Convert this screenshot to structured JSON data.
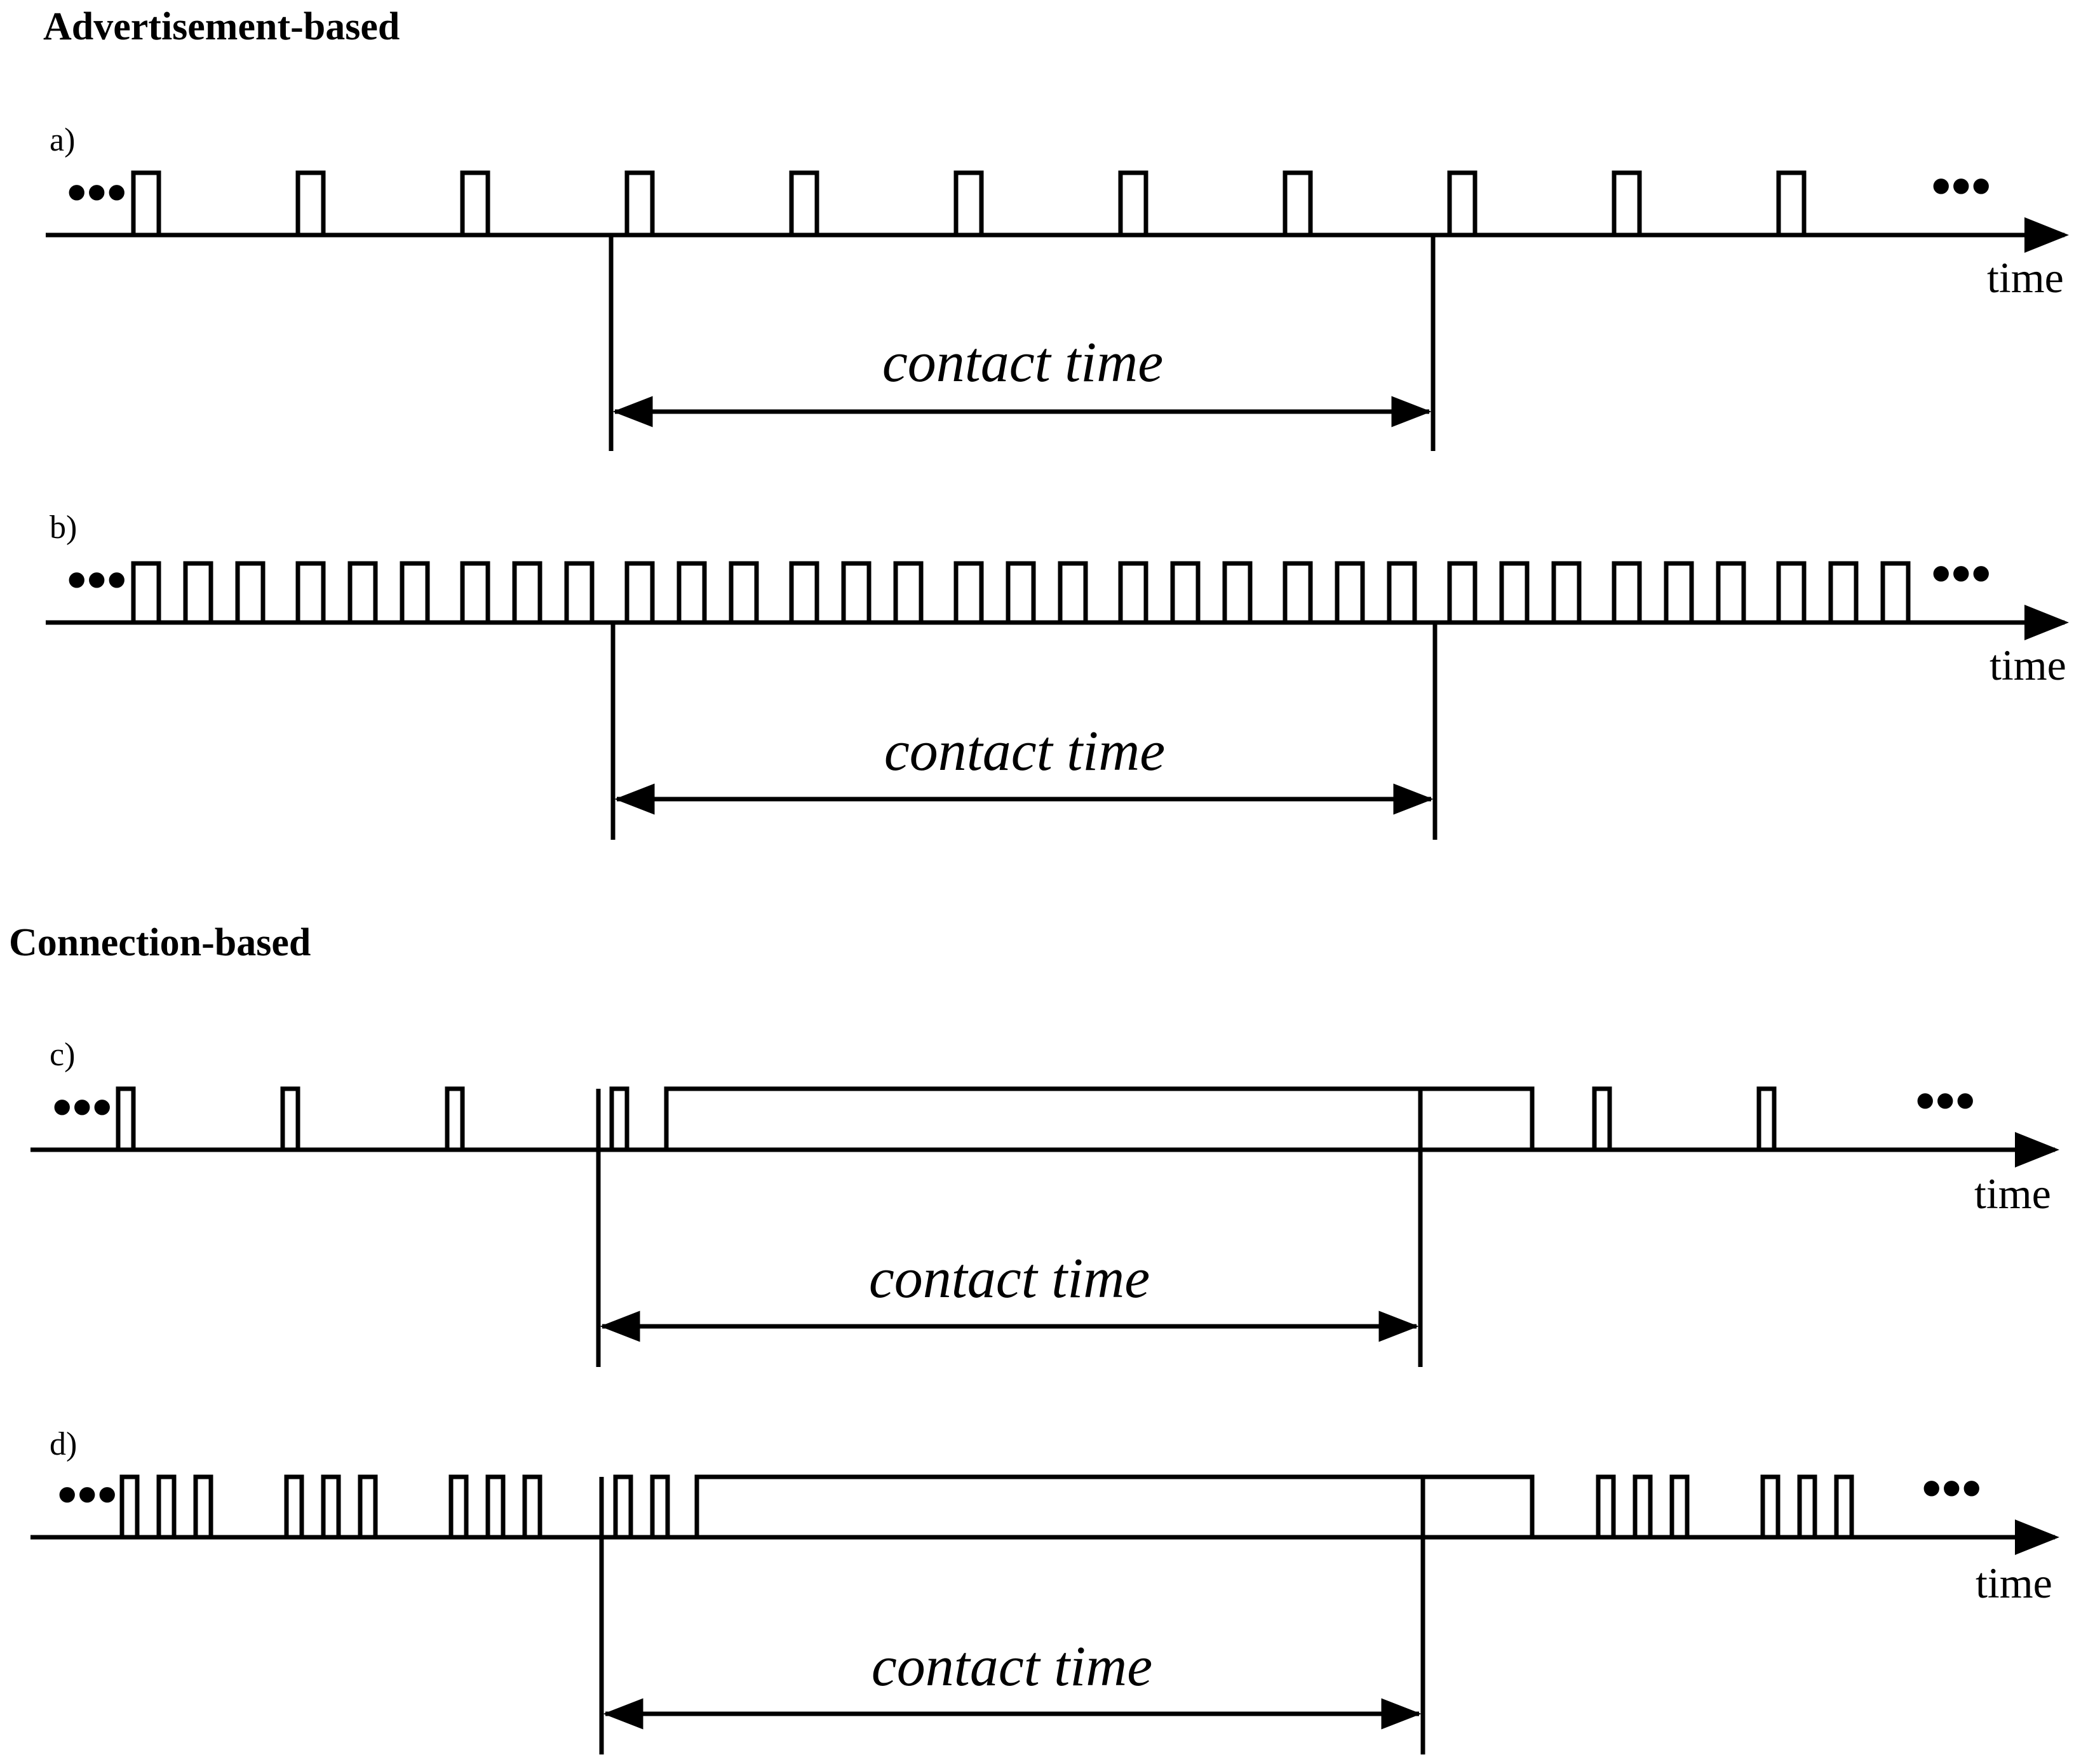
{
  "headings": {
    "advertisement": "Advertisement-based",
    "connection": "Connection-based"
  },
  "panels": [
    {
      "id": "a",
      "label": "a)",
      "axis_label": "time",
      "span_label": "contact time",
      "ellipsis_left": "•••",
      "ellipsis_right": "•••",
      "pulses_per_group": 1,
      "groups_before_connection": 11,
      "connection_event": false,
      "groups_after_connection": 0
    },
    {
      "id": "b",
      "label": "b)",
      "axis_label": "time",
      "span_label": "contact time",
      "ellipsis_left": "•••",
      "ellipsis_right": "•••",
      "pulses_per_group": 3,
      "groups_before_connection": 11,
      "connection_event": false,
      "groups_after_connection": 0
    },
    {
      "id": "c",
      "label": "c)",
      "axis_label": "time",
      "span_label": "contact time",
      "ellipsis_left": "•••",
      "ellipsis_right": "•••",
      "pulses_per_group": 1,
      "groups_before_connection": 4,
      "connection_event": true,
      "groups_after_connection": 2
    },
    {
      "id": "d",
      "label": "d)",
      "axis_label": "time",
      "span_label": "contact time",
      "ellipsis_left": "•••",
      "ellipsis_right": "•••",
      "pulses_per_group": 3,
      "groups_before_connection": 4,
      "connection_event": true,
      "groups_after_connection": 2
    }
  ]
}
